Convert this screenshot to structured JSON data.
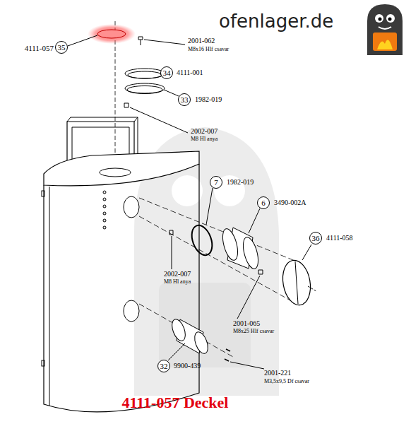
{
  "diagram": {
    "title": "4111-057 Deckel",
    "nodes": [
      {
        "text": [
          "35"
        ]
      },
      {
        "text": [
          "34"
        ]
      },
      {
        "text": [
          "33"
        ]
      },
      {
        "text": [
          "7"
        ]
      },
      {
        "text": [
          "6"
        ]
      },
      {
        "text": [
          "36"
        ]
      },
      {
        "text": [
          "32"
        ]
      }
    ],
    "labels": [
      "ofenlager.de",
      "4111-057",
      "2001-062",
      "M8x16 Hlf csavar",
      "4111-001",
      "1982-019",
      "2002-007",
      "M8 Hl anya",
      "1982-019",
      "3490-002A",
      "4111-058",
      "2002-007",
      "M8 Hl anya",
      "2001-065",
      "M8x25 Hlf csavar",
      "9900-439",
      "2001-221",
      "M3,5x9,5 Df csavar"
    ]
  }
}
